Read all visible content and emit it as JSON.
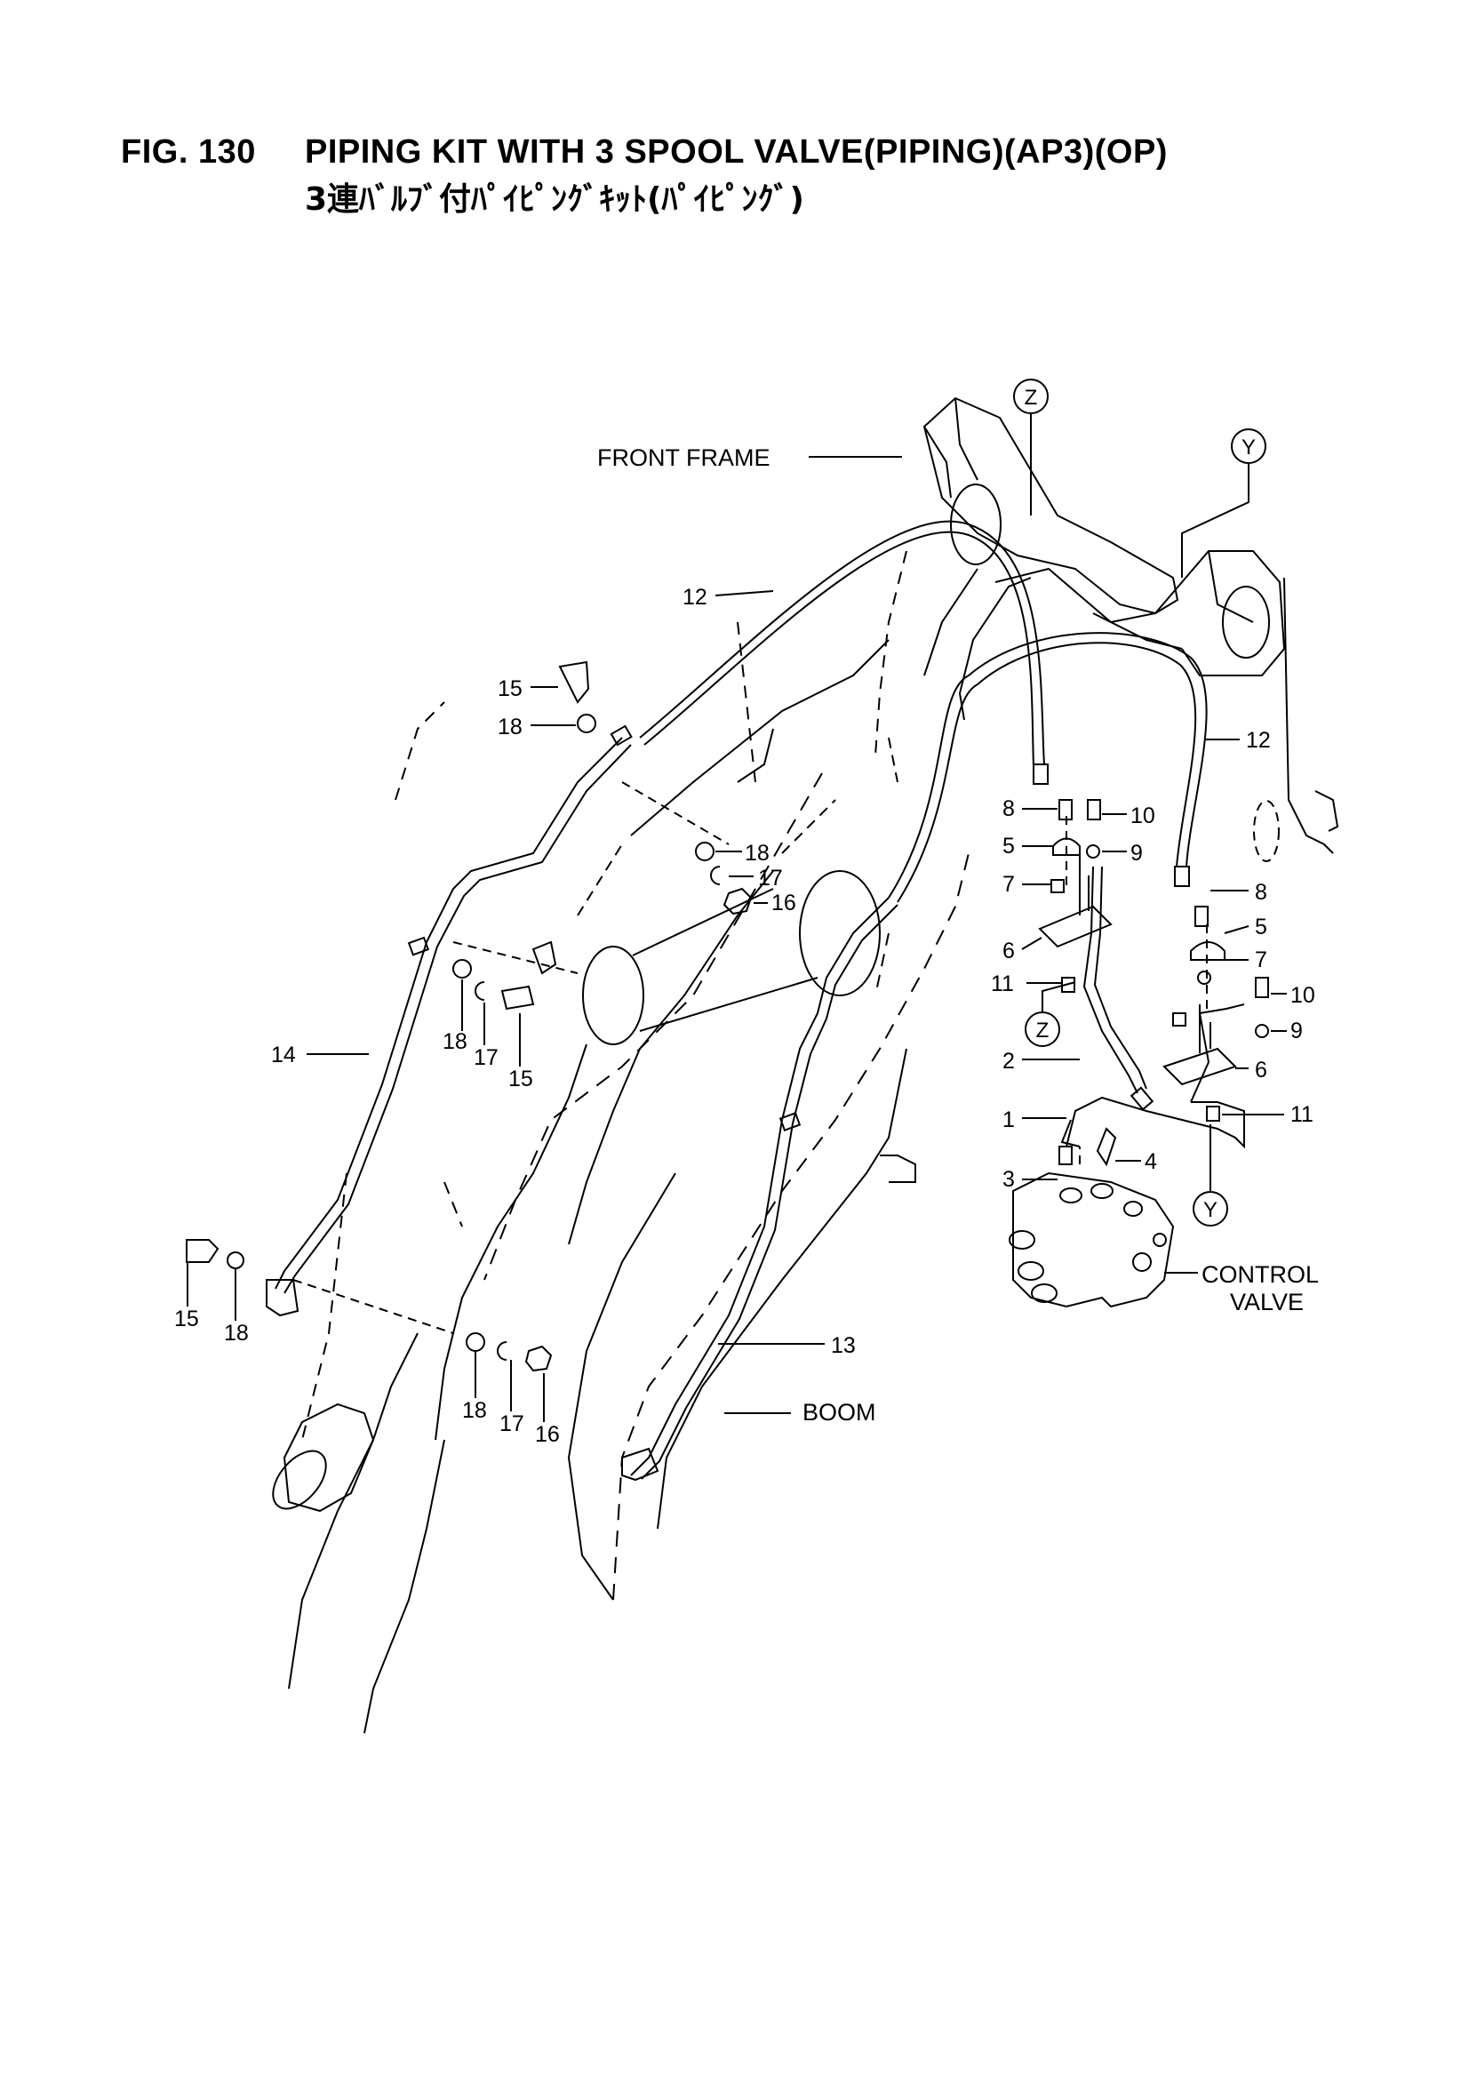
{
  "header": {
    "fig_number": "FIG. 130",
    "title": "PIPING KIT WITH 3 SPOOL VALVE(PIPING)(AP3)(OP)",
    "subtitle": "3連ﾊﾞﾙﾌﾞ付ﾊﾟｲﾋﾟﾝｸﾞｷｯﾄ(ﾊﾟｲﾋﾟﾝｸﾞ)"
  },
  "labels": {
    "front_frame": "FRONT FRAME",
    "boom": "BOOM",
    "control_valve_line1": "CONTROL",
    "control_valve_line2": "VALVE"
  },
  "view_markers": [
    "Z",
    "Y",
    "Z",
    "Y"
  ],
  "part_callouts": [
    "12",
    "12",
    "15",
    "18",
    "18",
    "17",
    "16",
    "18",
    "17",
    "15",
    "14",
    "8",
    "10",
    "5",
    "9",
    "7",
    "6",
    "11",
    "2",
    "1",
    "3",
    "4",
    "8",
    "5",
    "7",
    "10",
    "9",
    "6",
    "11",
    "13",
    "15",
    "18",
    "18",
    "17",
    "16"
  ],
  "colors": {
    "line": "#000000",
    "background": "#ffffff"
  }
}
